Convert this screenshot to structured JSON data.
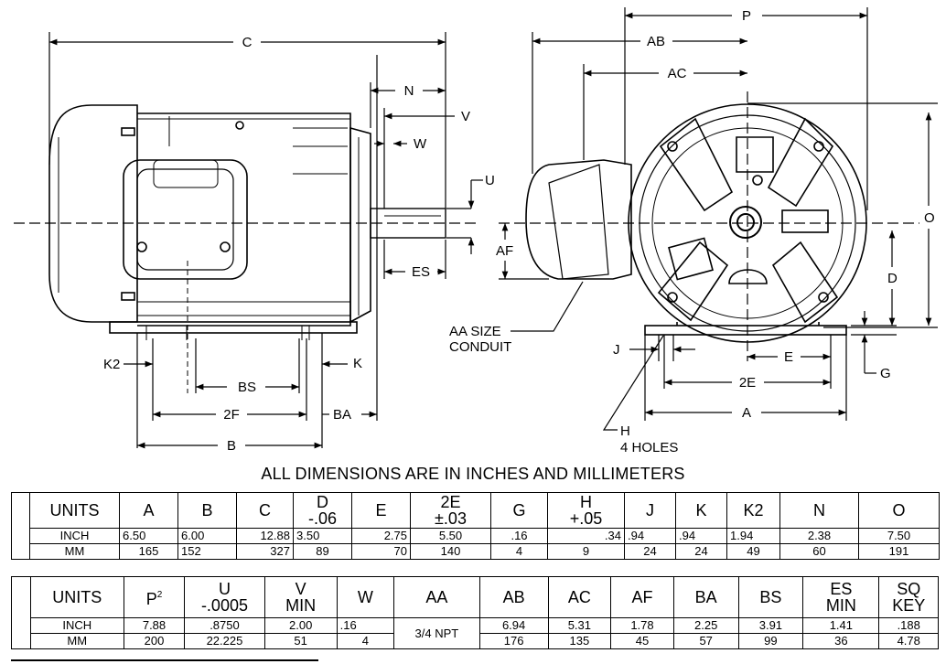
{
  "callouts": {
    "C": "C",
    "N": "N",
    "V": "V",
    "W": "W",
    "U": "U",
    "ES": "ES",
    "K2": "K2",
    "BS": "BS",
    "K": "K",
    "F2": "2F",
    "BA": "BA",
    "B": "B",
    "P": "P",
    "AB": "AB",
    "AC": "AC",
    "O": "O",
    "AF": "AF",
    "D": "D",
    "J": "J",
    "E": "E",
    "E2": "2E",
    "A": "A",
    "G": "G",
    "aa_line1": "AA SIZE",
    "aa_line2": "CONDUIT",
    "h_line1": "H",
    "h_line2": "4 HOLES"
  },
  "note": "ALL DIMENSIONS ARE IN INCHES AND MILLIMETERS",
  "table1": {
    "header": {
      "units": "UNITS",
      "a": "A",
      "b": "B",
      "c": "C",
      "d1": "D",
      "d2": "-.06",
      "e": "E",
      "e2_1": "2E",
      "e2_2": "±.03",
      "g": "G",
      "h1": "H",
      "h2": "+.05",
      "j": "J",
      "k": "K",
      "k2": "K2",
      "n": "N",
      "o": "O"
    },
    "inch": [
      "INCH",
      "6.50",
      "6.00",
      "12.88",
      "3.50",
      "2.75",
      "5.50",
      ".16",
      ".34",
      ".94",
      ".94",
      "1.94",
      "2.38",
      "7.50"
    ],
    "mm": [
      "MM",
      "165",
      "152",
      "327",
      "89",
      "70",
      "140",
      "4",
      "9",
      "24",
      "24",
      "49",
      "60",
      "191"
    ]
  },
  "table2": {
    "header": {
      "units": "UNITS",
      "p": "P",
      "p_sup": "2",
      "u1": "U",
      "u2": "-.0005",
      "v1": "V",
      "v2": "MIN",
      "w": "W",
      "aa": "AA",
      "ab": "AB",
      "ac": "AC",
      "af": "AF",
      "ba": "BA",
      "bs": "BS",
      "es1": "ES",
      "es2": "MIN",
      "sq1": "SQ",
      "sq2": "KEY"
    },
    "inch": [
      "INCH",
      "7.88",
      ".8750",
      "2.00",
      ".16",
      "6.94",
      "5.31",
      "1.78",
      "2.25",
      "3.91",
      "1.41",
      ".188"
    ],
    "mm": [
      "MM",
      "200",
      "22.225",
      "51",
      "4",
      "176",
      "135",
      "45",
      "57",
      "99",
      "36",
      "4.78"
    ],
    "aa_value": "3/4 NPT"
  }
}
